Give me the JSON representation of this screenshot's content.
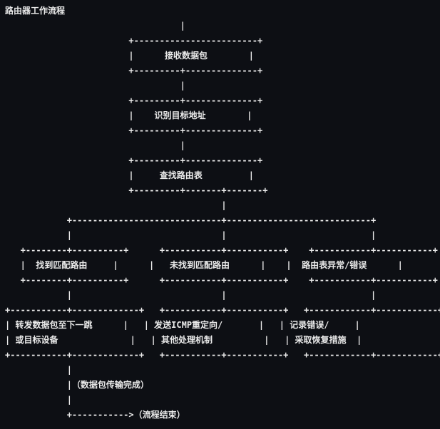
{
  "window": {
    "background_color": "#0d0f14",
    "text_color": "#eaeaea"
  },
  "diagram": {
    "title": "路由器工作流程",
    "lines": [
      "                                  |",
      "                        +------------------------+",
      "                        |      接收数据包        |",
      "                        +---------+--------------+",
      "                                  |",
      "                        +---------+--------------+",
      "                        |    识别目标地址        |",
      "                        +---------+--------------+",
      "                                  |",
      "                        +---------+--------------+",
      "                        |     查找路由表         |",
      "                        +---------+-------+-------+",
      "                                          |",
      "            +-----------------------------+----------------------------+",
      "            |                             |                            |",
      "   +--------+----------+      +-----------+-----------+    +-----------+-----------+",
      "   |  找到匹配路由     |      |   未找到匹配路由      |    |  路由表异常/错误      |",
      "   +--------+----------+      +-----------+-----------+    +-----------+-----------+",
      "            |                             |                            |",
      "+-----------+-------------+   +-----------+-----------+   +------------+------------+",
      "| 转发数据包至下一跳      |   | 发送ICMP重定向/       |   | 记录错误/     |",
      "| 或目标设备              |   | 其他处理机制          |   | 采取恢复措施  |",
      "+-----------+-------------+   +-----------+-----------+   +------------+------------+",
      "            |",
      "            |（数据包传输完成）",
      "            |",
      "            +----------->（流程结束）"
    ]
  },
  "flowchart": {
    "type": "flowchart",
    "steps": [
      "接收数据包",
      "识别目标地址",
      "查找路由表"
    ],
    "branches": [
      {
        "condition": "找到匹配路由",
        "action_lines": [
          "转发数据包至下一跳",
          "或目标设备"
        ]
      },
      {
        "condition": "未找到匹配路由",
        "action_lines": [
          "发送ICMP重定向/",
          "其他处理机制"
        ]
      },
      {
        "condition": "路由表异常/错误",
        "action_lines": [
          "记录错误/",
          "采取恢复措施"
        ]
      }
    ],
    "completion_note": "（数据包传输完成）",
    "end_label": "（流程结束）"
  }
}
